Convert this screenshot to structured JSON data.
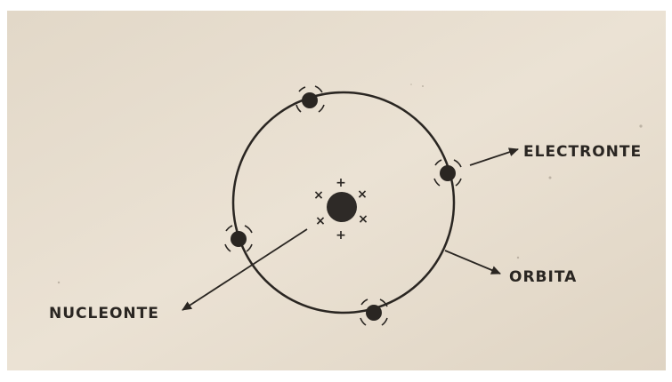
{
  "labels": {
    "electron": "ELECTRONTE",
    "orbit": "ORBITA",
    "nucleus": "NUCLEONTE"
  },
  "nucleus_charges": [
    "+",
    "×",
    "×",
    "×",
    "×",
    "+"
  ],
  "colors": {
    "paper": "#e6dccd",
    "ink": "#2a2622",
    "border": "#ffffff"
  }
}
